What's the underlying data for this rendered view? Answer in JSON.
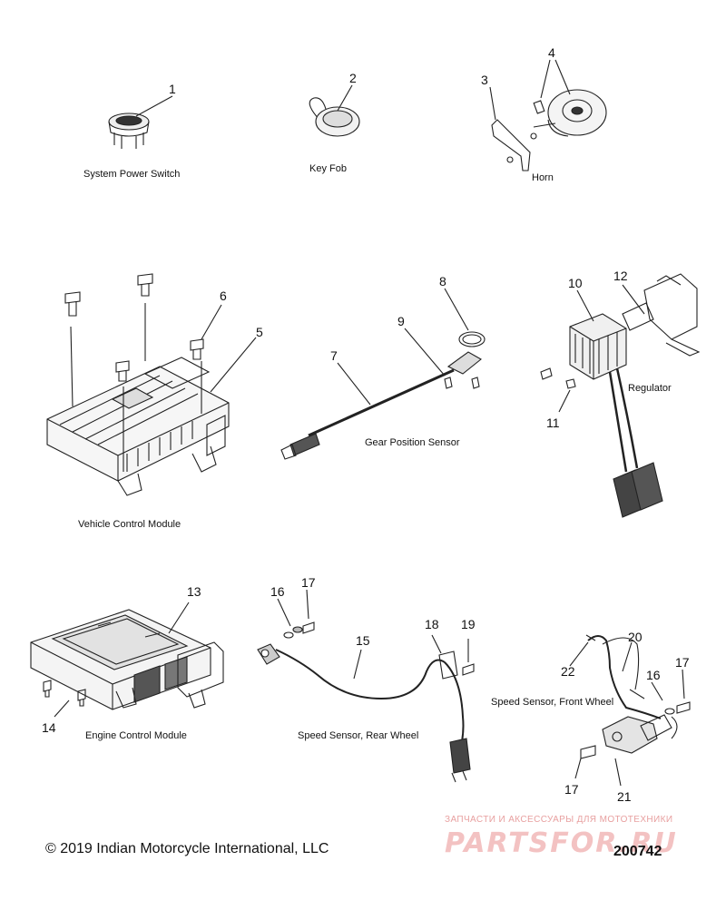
{
  "components": {
    "system_power_switch": "System Power Switch",
    "key_fob": "Key Fob",
    "horn": "Horn",
    "vehicle_control_module": "Vehicle Control Module",
    "gear_position_sensor": "Gear Position Sensor",
    "regulator": "Regulator",
    "engine_control_module": "Engine Control Module",
    "speed_sensor_rear": "Speed Sensor, Rear Wheel",
    "speed_sensor_front": "Speed Sensor, Front Wheel"
  },
  "callouts": {
    "c1": "1",
    "c2": "2",
    "c3": "3",
    "c4": "4",
    "c5": "5",
    "c6": "6",
    "c7": "7",
    "c8": "8",
    "c9": "9",
    "c10": "10",
    "c11": "11",
    "c12": "12",
    "c13": "13",
    "c14": "14",
    "c15": "15",
    "c16a": "16",
    "c16b": "16",
    "c17a": "17",
    "c17b": "17",
    "c17c": "17",
    "c18": "18",
    "c19": "19",
    "c20": "20",
    "c21": "21",
    "c22": "22"
  },
  "footer": {
    "copyright": "© 2019 Indian Motorcycle International, LLC",
    "diagram_id": "200742"
  },
  "watermark": {
    "tagline": "ЗАПЧАСТИ И АКСЕССУАРЫ ДЛЯ МОТОТЕХНИКИ",
    "brand": "PARTSFOR.RU"
  }
}
